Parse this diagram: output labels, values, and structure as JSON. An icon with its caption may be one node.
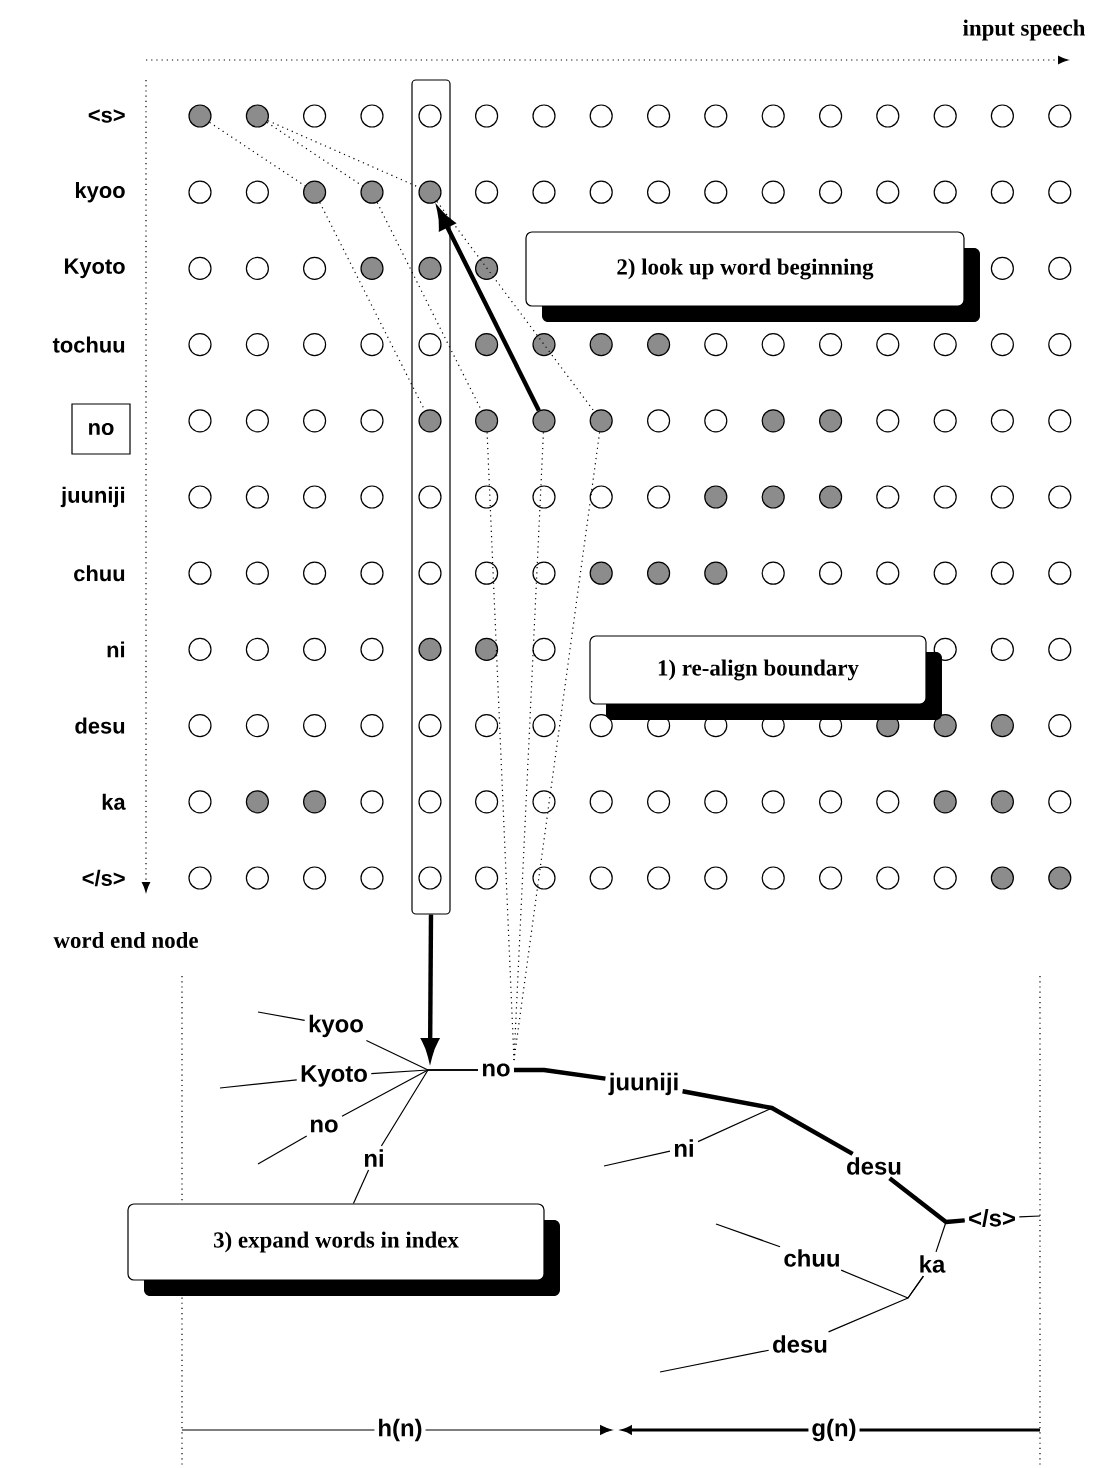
{
  "diagram": {
    "nodes": [
      {
        "text": [],
        "shape": "box"
      },
      {
        "text": [],
        "shape": "dot"
      },
      {
        "text": [],
        "shape": "dot"
      },
      {
        "text": [],
        "shape": "circle"
      },
      {
        "text": [],
        "shape": "circle"
      },
      {
        "text": [],
        "shape": "circle",
        "in": 0
      },
      {
        "text": [],
        "shape": "circle"
      },
      {
        "text": [],
        "shape": "circle"
      },
      {
        "text": [],
        "shape": "circle"
      },
      {
        "text": [],
        "shape": "circle"
      },
      {
        "text": [],
        "shape": "circle"
      },
      {
        "text": [],
        "shape": "circle"
      },
      {
        "text": [],
        "shape": "circle"
      },
      {
        "text": [],
        "shape": "circle"
      },
      {
        "text": [],
        "shape": "circle"
      },
      {
        "text": [],
        "shape": "circle"
      },
      {
        "text": [],
        "shape": "circle"
      },
      {
        "text": [],
        "shape": "circle"
      },
      {
        "text": [],
        "shape": "circle"
      },
      {
        "text": [],
        "shape": "dot"
      },
      {
        "text": [],
        "shape": "dot"
      },
      {
        "text": [],
        "shape": "dot",
        "in": 0
      },
      {
        "text": [],
        "shape": "circle"
      },
      {
        "text": [],
        "shape": "circle"
      },
      {
        "text": [],
        "shape": "circle"
      },
      {
        "text": [],
        "shape": "circle"
      },
      {
        "text": [],
        "shape": "circle"
      },
      {
        "text": [],
        "shape": "circle"
      },
      {
        "text": [],
        "shape": "circle"
      },
      {
        "text": [],
        "shape": "circle"
      },
      {
        "text": [],
        "shape": "circle"
      },
      {
        "text": [],
        "shape": "circle"
      },
      {
        "text": [],
        "shape": "circle"
      },
      {
        "text": [],
        "shape": "circle"
      },
      {
        "text": [],
        "shape": "circle"
      },
      {
        "text": [],
        "shape": "circle"
      },
      {
        "text": [],
        "shape": "dot"
      },
      {
        "text": [],
        "shape": "dot",
        "in": 0
      },
      {
        "text": [],
        "shape": "dot"
      },
      {
        "text": [],
        "shape": "circle"
      },
      {
        "text": [],
        "shape": "circle"
      },
      {
        "text": [],
        "shape": "circle"
      },
      {
        "text": [],
        "shape": "circle"
      },
      {
        "text": [],
        "shape": "circle"
      },
      {
        "text": [],
        "shape": "circle"
      },
      {
        "text": [],
        "shape": "circle",
        "in": 0
      },
      {
        "text": [],
        "shape": "dot"
      },
      {
        "text": [],
        "shape": "dot"
      },
      {
        "text": [],
        "shape": "dot"
      },
      {
        "text": [],
        "shape": "dot"
      },
      {
        "text": [],
        "shape": "circle"
      },
      {
        "text": [],
        "shape": "circle"
      },
      {
        "text": [],
        "shape": "circle"
      },
      {
        "text": [],
        "shape": "circle"
      },
      {
        "text": [],
        "shape": "circle"
      },
      {
        "text": [],
        "shape": "circle"
      },
      {
        "text": [],
        "shape": "circle"
      },
      {
        "text": [],
        "shape": "circle"
      },
      {
        "text": [],
        "shape": "circle"
      },
      {
        "text": [],
        "shape": "circle"
      },
      {
        "text": [],
        "shape": "circle"
      },
      {
        "text": [],
        "shape": "dot",
        "in": 0
      },
      {
        "text": [],
        "shape": "dot"
      },
      {
        "text": [],
        "shape": "dot"
      },
      {
        "text": [],
        "shape": "dot"
      },
      {
        "text": [],
        "shape": "circle"
      },
      {
        "text": [],
        "shape": "circle"
      },
      {
        "text": [],
        "shape": "dot"
      },
      {
        "text": [],
        "shape": "dot"
      },
      {
        "text": [],
        "shape": "circle"
      },
      {
        "text": [],
        "shape": "circle"
      },
      {
        "text": [],
        "shape": "circle"
      },
      {
        "text": [],
        "shape": "circle"
      },
      {
        "text": [],
        "shape": "circle"
      },
      {
        "text": [],
        "shape": "circle"
      },
      {
        "text": [],
        "shape": "circle"
      },
      {
        "text": [],
        "shape": "circle"
      },
      {
        "text": [],
        "shape": "circle",
        "in": 0
      },
      {
        "text": [],
        "shape": "circle"
      },
      {
        "text": [],
        "shape": "circle"
      },
      {
        "text": [],
        "shape": "circle"
      },
      {
        "text": [],
        "shape": "circle"
      },
      {
        "text": [],
        "shape": "dot"
      },
      {
        "text": [],
        "shape": "dot"
      },
      {
        "text": [],
        "shape": "dot"
      },
      {
        "text": [],
        "shape": "circle"
      },
      {
        "text": [],
        "shape": "circle"
      },
      {
        "text": [],
        "shape": "circle"
      },
      {
        "text": [],
        "shape": "circle"
      },
      {
        "text": [],
        "shape": "circle"
      },
      {
        "text": [],
        "shape": "circle"
      },
      {
        "text": [],
        "shape": "circle"
      },
      {
        "text": [],
        "shape": "circle"
      },
      {
        "text": [],
        "shape": "circle",
        "in": 0
      },
      {
        "text": [],
        "shape": "circle"
      },
      {
        "text": [],
        "shape": "circle"
      },
      {
        "text": [],
        "shape": "dot"
      },
      {
        "text": [],
        "shape": "dot"
      },
      {
        "text": [],
        "shape": "dot"
      },
      {
        "text": [],
        "shape": "circle"
      },
      {
        "text": [],
        "shape": "circle"
      },
      {
        "text": [],
        "shape": "circle"
      },
      {
        "text": [],
        "shape": "circle"
      },
      {
        "text": [],
        "shape": "circle"
      },
      {
        "text": [],
        "shape": "circle"
      },
      {
        "text": [],
        "shape": "circle"
      },
      {
        "text": [],
        "shape": "circle"
      },
      {
        "text": [],
        "shape": "circle"
      },
      {
        "text": [],
        "shape": "circle"
      },
      {
        "text": [],
        "shape": "dot",
        "in": 0
      },
      {
        "text": [],
        "shape": "dot"
      },
      {
        "text": [],
        "shape": "circle"
      },
      {
        "text": [],
        "shape": "circle"
      },
      {
        "text": [],
        "shape": "circle"
      },
      {
        "text": [],
        "shape": "circle"
      },
      {
        "text": [],
        "shape": "circle"
      },
      {
        "text": [],
        "shape": "circle"
      },
      {
        "text": [],
        "shape": "circle"
      },
      {
        "text": [],
        "shape": "circle"
      },
      {
        "text": [],
        "shape": "circle",
        "in": 0
      },
      {
        "text": [],
        "shape": "circle"
      },
      {
        "text": [],
        "shape": "circle"
      },
      {
        "text": [],
        "shape": "circle"
      },
      {
        "text": [],
        "shape": "circle"
      },
      {
        "text": [],
        "shape": "circle"
      },
      {
        "text": [],
        "shape": "circle"
      },
      {
        "text": [],
        "shape": "circle"
      },
      {
        "text": [],
        "shape": "dot"
      },
      {
        "text": [],
        "shape": "dot"
      },
      {
        "text": [],
        "shape": "dot"
      },
      {
        "text": [],
        "shape": "circle"
      },
      {
        "text": [],
        "shape": "circle"
      },
      {
        "text": [],
        "shape": "dot"
      },
      {
        "text": [],
        "shape": "dot"
      },
      {
        "text": [],
        "shape": "circle"
      },
      {
        "text": [],
        "shape": "circle",
        "in": 0
      },
      {
        "text": [],
        "shape": "circle"
      },
      {
        "text": [],
        "shape": "circle"
      },
      {
        "text": [],
        "shape": "circle"
      },
      {
        "text": [],
        "shape": "circle"
      },
      {
        "text": [],
        "shape": "circle"
      },
      {
        "text": [],
        "shape": "circle"
      },
      {
        "text": [],
        "shape": "circle"
      },
      {
        "text": [],
        "shape": "circle"
      },
      {
        "text": [],
        "shape": "dot"
      },
      {
        "text": [],
        "shape": "dot"
      },
      {
        "text": [],
        "shape": "circle"
      },
      {
        "text": [],
        "shape": "circle"
      },
      {
        "text": [],
        "shape": "circle"
      },
      {
        "text": [],
        "shape": "circle"
      },
      {
        "text": [],
        "shape": "circle"
      },
      {
        "text": [],
        "shape": "circle",
        "in": 0
      },
      {
        "text": [],
        "shape": "circle"
      },
      {
        "text": [],
        "shape": "circle"
      },
      {
        "text": [],
        "shape": "circle"
      },
      {
        "text": [],
        "shape": "circle"
      },
      {
        "text": [],
        "shape": "circle"
      },
      {
        "text": [],
        "shape": "circle"
      },
      {
        "text": [],
        "shape": "circle"
      },
      {
        "text": [],
        "shape": "circle"
      },
      {
        "text": [],
        "shape": "circle"
      },
      {
        "text": [],
        "shape": "dot"
      },
      {
        "text": [],
        "shape": "dot"
      },
      {
        "text": [
          "2) look up word beginning"
        ]
      },
      {
        "text": [
          "no"
        ]
      },
      {
        "text": [
          "1) re-align boundary"
        ]
      },
      {
        "text": [
          "kyoo"
        ]
      },
      {
        "text": [
          "Kyoto"
        ]
      },
      {
        "text": [
          "no"
        ]
      },
      {
        "text": [
          "ni"
        ]
      },
      {
        "text": [
          "no"
        ]
      },
      {
        "text": [
          "juuniji"
        ]
      },
      {
        "text": [
          "ni"
        ]
      },
      {
        "text": [
          "desu"
        ]
      },
      {
        "text": [
          "3) expand words in index"
        ]
      },
      {
        "text": [
          "chuu"
        ]
      },
      {
        "text": [
          "ka"
        ]
      },
      {
        "text": [
          "</s>"
        ]
      },
      {
        "text": [
          "desu"
        ]
      }
    ],
    "edges": [
      {
        "from": 1,
        "to": 19,
        "arrow": "none",
        "style": "dashed"
      },
      {
        "from": 19,
        "to": 61,
        "arrow": "none",
        "style": "dashed"
      },
      {
        "from": 2,
        "to": 20,
        "arrow": "none",
        "style": "dashed"
      },
      {
        "from": 20,
        "to": 62,
        "arrow": "none",
        "style": "dashed"
      },
      {
        "from": 2,
        "to": 21,
        "arrow": "none",
        "style": "dashed"
      },
      {
        "from": 21,
        "to": 64,
        "arrow": "none",
        "style": "dashed"
      },
      {
        "from": 62,
        "to": 170,
        "arrow": "none",
        "style": "dashed"
      },
      {
        "from": 63,
        "to": 170,
        "arrow": "none",
        "style": "dashed"
      },
      {
        "from": 64,
        "to": 170,
        "arrow": "none",
        "style": "dashed"
      },
      {
        "from": 63,
        "to": 21,
        "arrow": "to",
        "style": "thick"
      },
      {
        "from": 0,
        "to": null,
        "arrow": "to",
        "style": "thick"
      },
      {
        "from": 166,
        "to": 170,
        "arrow": "none"
      },
      {
        "from": 167,
        "to": 170,
        "arrow": "none"
      },
      {
        "from": 168,
        "to": 170,
        "arrow": "none"
      },
      {
        "from": 169,
        "to": 170,
        "arrow": "none"
      },
      {
        "from": 170,
        "to": 171,
        "arrow": "none",
        "style": "thick"
      },
      {
        "from": 171,
        "to": 173,
        "arrow": "none",
        "style": "thick"
      },
      {
        "from": 172,
        "to": 173,
        "arrow": "none"
      },
      {
        "from": 173,
        "to": 177,
        "arrow": "none",
        "style": "thick"
      },
      {
        "from": 176,
        "to": 177,
        "arrow": "none"
      },
      {
        "from": 175,
        "to": 176,
        "arrow": "none"
      },
      {
        "from": 178,
        "to": 176,
        "arrow": "none"
      },
      {
        "from": null,
        "to": 166,
        "arrow": "none"
      },
      {
        "from": null,
        "to": 167,
        "arrow": "none"
      },
      {
        "from": null,
        "to": 168,
        "arrow": "none"
      },
      {
        "from": 174,
        "to": 169,
        "arrow": "none"
      },
      {
        "from": null,
        "to": 172,
        "arrow": "none"
      },
      {
        "from": null,
        "to": 175,
        "arrow": "none"
      },
      {
        "from": null,
        "to": 178,
        "arrow": "none"
      },
      {
        "from": 177,
        "to": null,
        "arrow": "none"
      }
    ],
    "labels": [
      "input speech",
      "<s>",
      "kyoo",
      "Kyoto",
      "tochuu",
      "juuniji",
      "chuu",
      "ni",
      "desu",
      "ka",
      "</s>",
      "word end node",
      "h(n)",
      "g(n)"
    ]
  }
}
